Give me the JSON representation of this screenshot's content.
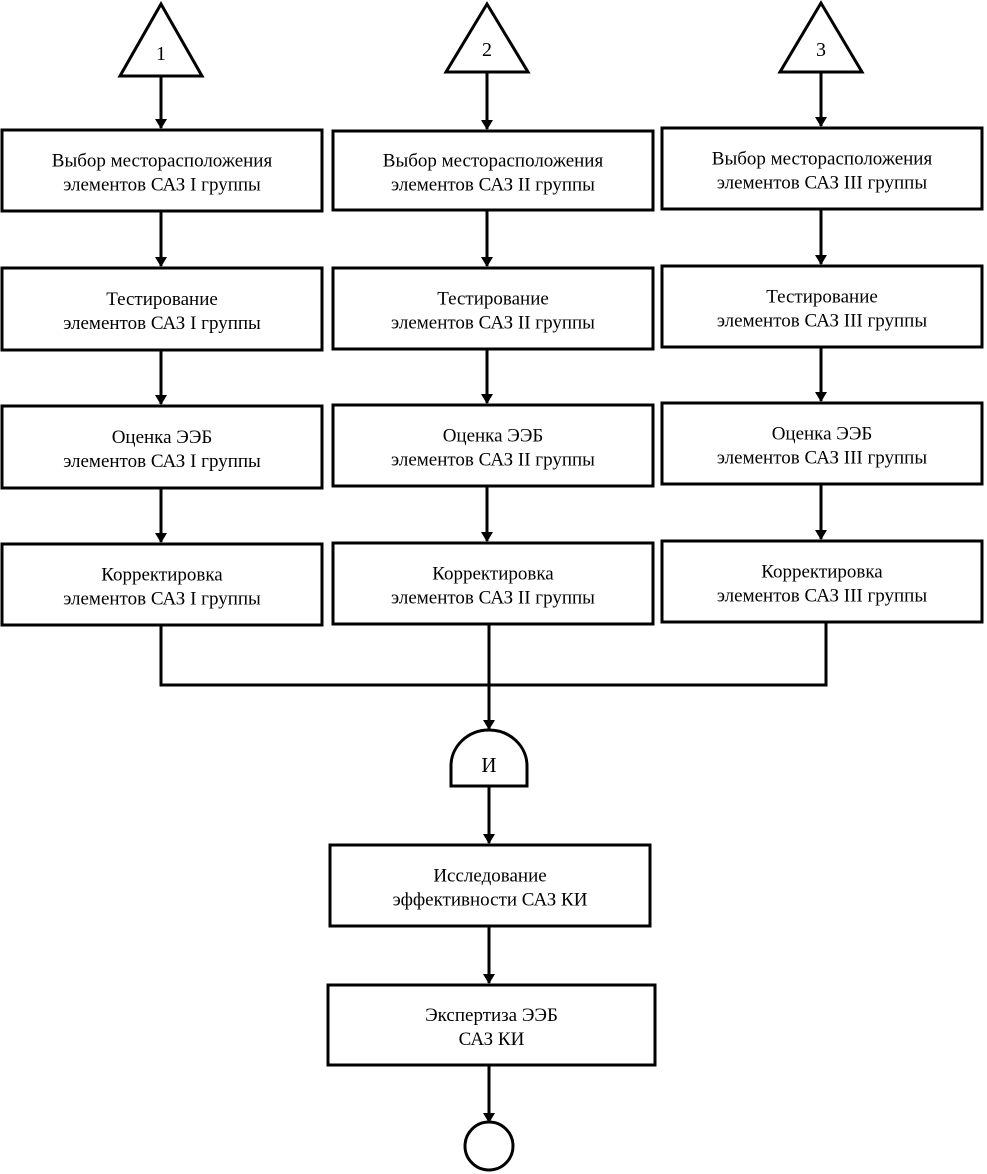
{
  "columns": [
    {
      "start_label": "1",
      "boxes": [
        [
          "Выбор месторасположения",
          "элементов САЗ I группы"
        ],
        [
          "Тестирование",
          "элементов САЗ I группы"
        ],
        [
          "Оценка ЭЭБ",
          "элементов САЗ I группы"
        ],
        [
          "Корректировка",
          "элементов САЗ I группы"
        ]
      ]
    },
    {
      "start_label": "2",
      "boxes": [
        [
          "Выбор месторасположения",
          "элементов САЗ II группы"
        ],
        [
          "Тестирование",
          "элементов САЗ II группы"
        ],
        [
          "Оценка ЭЭБ",
          "элементов САЗ II группы"
        ],
        [
          "Корректировка",
          "элементов САЗ II группы"
        ]
      ]
    },
    {
      "start_label": "3",
      "boxes": [
        [
          "Выбор месторасположения",
          "элементов САЗ III группы"
        ],
        [
          "Тестирование",
          "элементов САЗ III группы"
        ],
        [
          "Оценка ЭЭБ",
          "элементов САЗ III группы"
        ],
        [
          "Корректировка",
          "элементов САЗ III группы"
        ]
      ]
    }
  ],
  "and_gate_label": "И",
  "final_boxes": [
    [
      "Исследование",
      "эффективности САЗ КИ"
    ],
    [
      "Экспертиза ЭЭБ",
      "САЗ КИ"
    ]
  ]
}
